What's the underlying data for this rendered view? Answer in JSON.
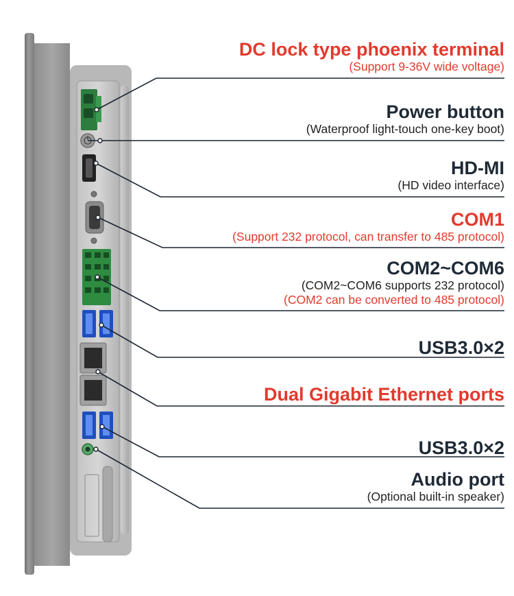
{
  "labels": [
    {
      "id": "dc-terminal",
      "title": "DC lock type phoenix terminal",
      "title_color": "#e23a2e",
      "notes": [
        {
          "text": "(Support 9-36V wide voltage)",
          "color": "#e23a2e"
        }
      ]
    },
    {
      "id": "power-button",
      "title": "Power button",
      "title_color": "#1f2a36",
      "notes": [
        {
          "text": "(Waterproof light-touch one-key boot)",
          "color": "#222222"
        }
      ]
    },
    {
      "id": "hdmi",
      "title": "HD-MI",
      "title_color": "#1f2a36",
      "notes": [
        {
          "text": "(HD video interface)",
          "color": "#222222"
        }
      ]
    },
    {
      "id": "com1",
      "title": "COM1",
      "title_color": "#e23a2e",
      "notes": [
        {
          "text": "(Support 232 protocol, can transfer to 485 protocol)",
          "color": "#e23a2e"
        }
      ]
    },
    {
      "id": "com2-com6",
      "title": "COM2~COM6",
      "title_color": "#1f2a36",
      "notes": [
        {
          "text": "(COM2~COM6 supports 232 protocol)",
          "color": "#222222"
        },
        {
          "text": "(COM2 can be converted to 485 protocol)",
          "color": "#e23a2e"
        }
      ]
    },
    {
      "id": "usb-1",
      "title": "USB3.0×2",
      "title_color": "#1f2a36",
      "notes": []
    },
    {
      "id": "ethernet",
      "title": "Dual Gigabit Ethernet ports",
      "title_color": "#e23a2e",
      "notes": []
    },
    {
      "id": "usb-2",
      "title": "USB3.0×2",
      "title_color": "#1f2a36",
      "notes": []
    },
    {
      "id": "audio",
      "title": "Audio port",
      "title_color": "#1f2a36",
      "notes": [
        {
          "text": "(Optional built-in speaker)",
          "color": "#222222"
        }
      ]
    }
  ],
  "colors": {
    "accent_red": "#e23a2e",
    "dark_text": "#1f2a36",
    "leader_line": "#1c2430",
    "chassis": "#8a8a8a"
  }
}
